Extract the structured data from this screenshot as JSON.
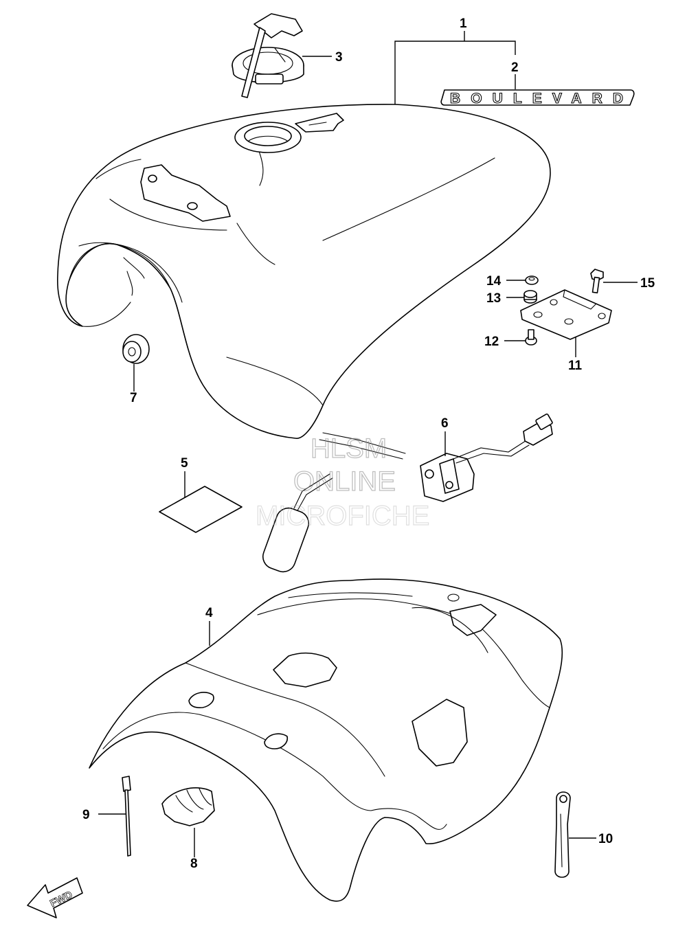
{
  "callouts": [
    {
      "id": "1",
      "label": "1"
    },
    {
      "id": "2",
      "label": "2"
    },
    {
      "id": "3",
      "label": "3"
    },
    {
      "id": "4",
      "label": "4"
    },
    {
      "id": "5",
      "label": "5"
    },
    {
      "id": "6",
      "label": "6"
    },
    {
      "id": "7",
      "label": "7"
    },
    {
      "id": "8",
      "label": "8"
    },
    {
      "id": "9",
      "label": "9"
    },
    {
      "id": "10",
      "label": "10"
    },
    {
      "id": "11",
      "label": "11"
    },
    {
      "id": "12",
      "label": "12"
    },
    {
      "id": "13",
      "label": "13"
    },
    {
      "id": "14",
      "label": "14"
    },
    {
      "id": "15",
      "label": "15"
    }
  ],
  "emblem_text": "BOULEVARD",
  "watermark": {
    "line1": "HLSM",
    "line2": "ONLINE",
    "line3": "MICROFICHE"
  },
  "direction_arrow_text": "FWD"
}
